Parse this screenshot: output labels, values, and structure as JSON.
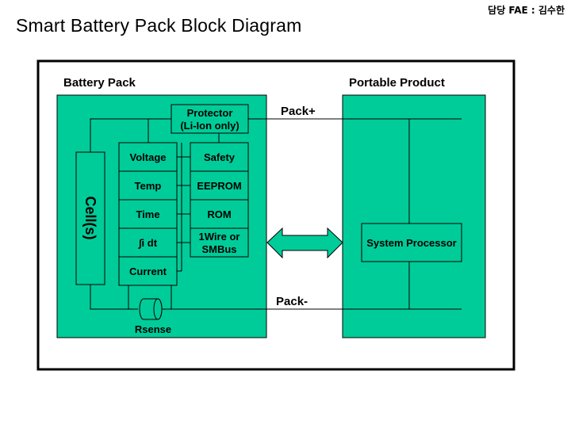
{
  "header": {
    "owner_note": "담당 FAE : 김수한",
    "title": "Smart Battery Pack Block Diagram"
  },
  "colors": {
    "block_fill": "#00CC99",
    "line": "#000000",
    "background": "#ffffff"
  },
  "diagram": {
    "battery_pack_label": "Battery Pack",
    "portable_product_label": "Portable Product",
    "protector": {
      "line1": "Protector",
      "line2": "(Li-Ion only)"
    },
    "cell_label": "Cell(s)",
    "left_blocks": [
      "Voltage",
      "Temp",
      "Time",
      "∫i dt",
      "Current"
    ],
    "right_blocks": [
      "Safety",
      "EEPROM",
      "ROM",
      {
        "line1": "1Wire or",
        "line2": "SMBus"
      }
    ],
    "terminals": {
      "positive": "Pack+",
      "negative": "Pack-"
    },
    "sense_resistor_label": "Rsense",
    "system_processor_label": "System Processor",
    "connection_arrow": "bidirectional-arrow"
  }
}
